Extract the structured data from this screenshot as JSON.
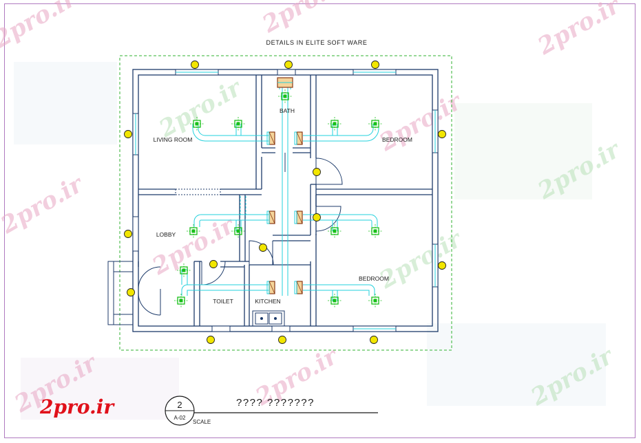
{
  "drawing": {
    "title": "DETAILS IN ELITE SOFT WARE",
    "rooms": {
      "living": "LIVING ROOM",
      "bath": "BATH",
      "bedroom_top": "BEDROOM",
      "lobby": "LOBBY",
      "toilet": "TOILET",
      "kitchen": "KITCHEN",
      "bedroom_bottom": "BEDROOM"
    },
    "title_block": {
      "number": "2",
      "sheet": "A-02",
      "heading": "???? ???????",
      "scale_label": "SCALE"
    }
  },
  "watermark": {
    "text": "2pro.ir",
    "logo": "2pro.ir"
  },
  "colors": {
    "wall": "#1c3a6a",
    "duct": "#22d0dc",
    "diffuser": "#19c019",
    "boundary": "#2fb22f",
    "fixture": "#f2e600",
    "logo": "#e0101a",
    "watermark": "#e8a7c4"
  }
}
